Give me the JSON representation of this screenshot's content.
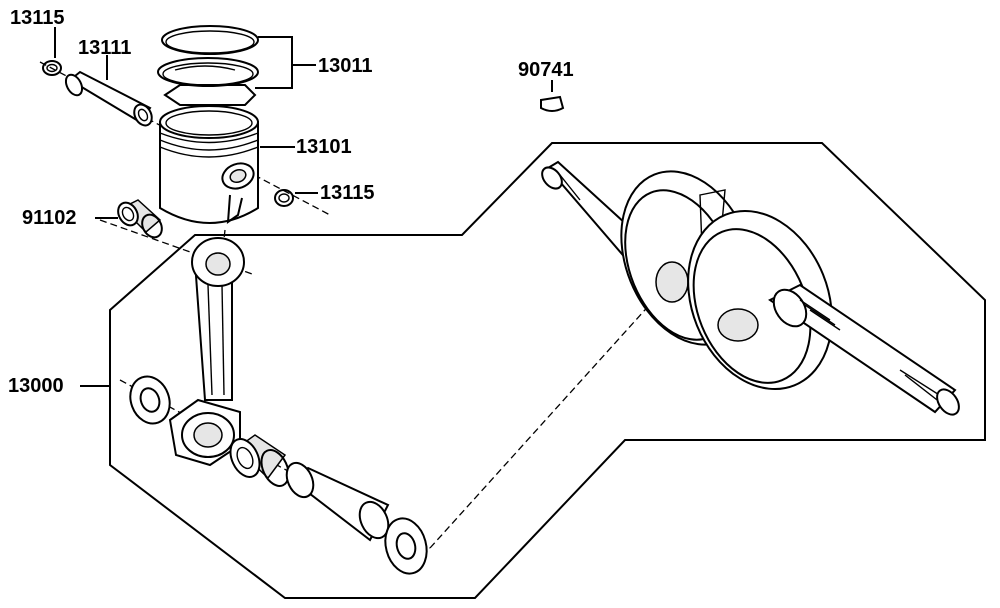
{
  "callouts": [
    {
      "id": "c1",
      "text": "13115"
    },
    {
      "id": "c2",
      "text": "13111"
    },
    {
      "id": "c3",
      "text": "13011"
    },
    {
      "id": "c4",
      "text": "90741"
    },
    {
      "id": "c5",
      "text": "13101"
    },
    {
      "id": "c6",
      "text": "13115"
    },
    {
      "id": "c7",
      "text": "91102"
    },
    {
      "id": "c8",
      "text": "13000"
    }
  ]
}
